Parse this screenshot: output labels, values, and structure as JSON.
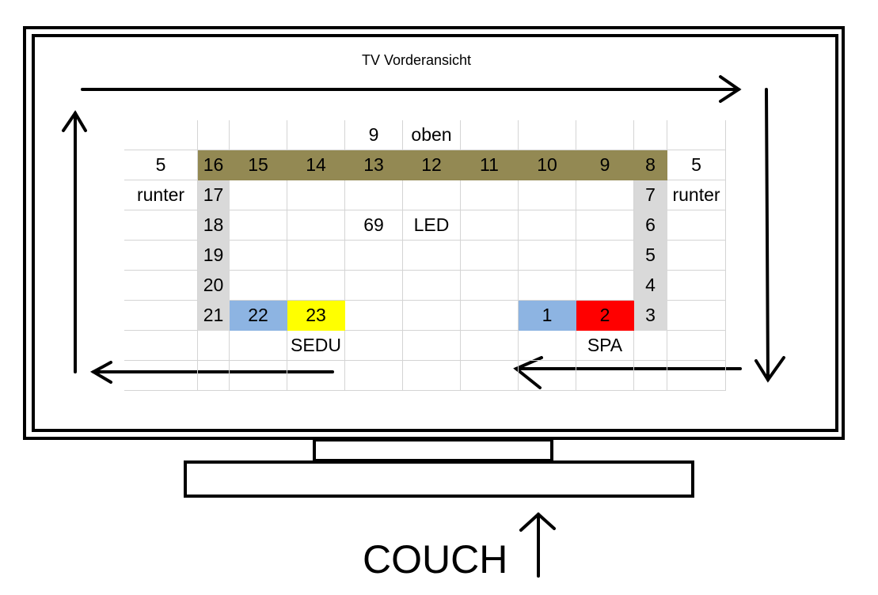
{
  "title": "TV Vorderansicht",
  "couch_label": "COUCH",
  "colors": {
    "olive": "#938953",
    "gray": "#d9d9d9",
    "blue": "#8db4e2",
    "yellow": "#ffff00",
    "red": "#ff0000"
  },
  "grid": {
    "rows": [
      [
        "",
        "",
        "",
        "",
        "9",
        "oben",
        "",
        "",
        "",
        "",
        ""
      ],
      [
        "5",
        "16",
        "15",
        "14",
        "13",
        "12",
        "11",
        "10",
        "9",
        "8",
        "5"
      ],
      [
        "runter",
        "17",
        "",
        "",
        "",
        "",
        "",
        "",
        "",
        "7",
        "runter"
      ],
      [
        "",
        "18",
        "",
        "",
        "69",
        "LED",
        "",
        "",
        "",
        "6",
        ""
      ],
      [
        "",
        "19",
        "",
        "",
        "",
        "",
        "",
        "",
        "",
        "5",
        ""
      ],
      [
        "",
        "20",
        "",
        "",
        "",
        "",
        "",
        "",
        "",
        "4",
        ""
      ],
      [
        "",
        "21",
        "22",
        "23",
        "",
        "",
        "",
        "1",
        "2",
        "3",
        ""
      ],
      [
        "",
        "",
        "",
        "SEDU",
        "",
        "",
        "",
        "",
        "SPA",
        "",
        ""
      ],
      [
        "",
        "",
        "",
        "",
        "",
        "",
        "",
        "",
        "",
        "",
        ""
      ]
    ],
    "fills": [
      [
        "",
        "",
        "",
        "",
        "",
        "",
        "",
        "",
        "",
        "",
        ""
      ],
      [
        "",
        "olive",
        "olive",
        "olive",
        "olive",
        "olive",
        "olive",
        "olive",
        "olive",
        "olive",
        ""
      ],
      [
        "",
        "gray",
        "",
        "",
        "",
        "",
        "",
        "",
        "",
        "gray",
        ""
      ],
      [
        "",
        "gray",
        "",
        "",
        "",
        "",
        "",
        "",
        "",
        "gray",
        ""
      ],
      [
        "",
        "gray",
        "",
        "",
        "",
        "",
        "",
        "",
        "",
        "gray",
        ""
      ],
      [
        "",
        "gray",
        "",
        "",
        "",
        "",
        "",
        "",
        "",
        "gray",
        ""
      ],
      [
        "",
        "gray",
        "blue",
        "yellow",
        "",
        "",
        "",
        "blue",
        "red",
        "gray",
        ""
      ],
      [
        "",
        "",
        "",
        "",
        "",
        "",
        "",
        "",
        "",
        "",
        ""
      ],
      [
        "",
        "",
        "",
        "",
        "",
        "",
        "",
        "",
        "",
        "",
        ""
      ]
    ]
  }
}
